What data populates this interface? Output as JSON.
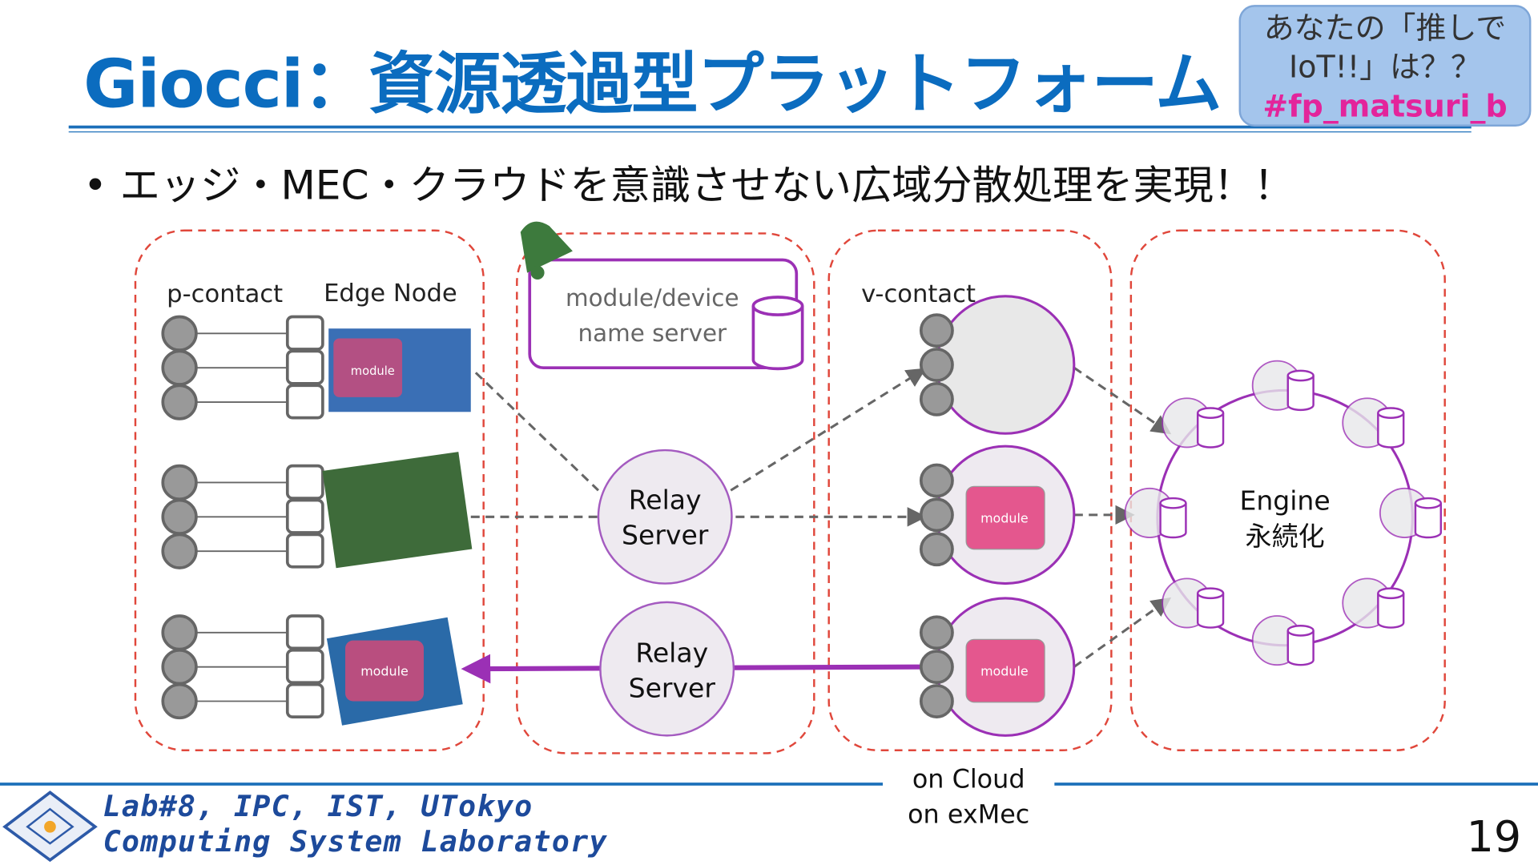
{
  "title": "Giocci：資源透過型プラットフォーム",
  "hashtag_box": {
    "line1": "あなたの「推しで",
    "line2": "IoT!!」は？？",
    "tag": "#fp_matsuri_b"
  },
  "bullet": "• エッジ・MEC・クラウドを意識させない広域分散処理を実現！！",
  "diagram": {
    "p_contact": "p-contact",
    "edge_node": "Edge Node",
    "v_contact": "v-contact",
    "name_server_line1": "module/device",
    "name_server_line2": "name server",
    "relay1_line1": "Relay",
    "relay1_line2": "Server",
    "relay2_line1": "Relay",
    "relay2_line2": "Server",
    "module": "module",
    "engine_line1": "Engine",
    "engine_line2": "永続化"
  },
  "footer": {
    "lab_line1": "Lab#8, IPC, IST, UTokyo",
    "lab_line2": "Computing System Laboratory",
    "cloud_line1": "on Cloud",
    "cloud_line2": "on exMec",
    "page_number": "19"
  },
  "colors": {
    "title": "#0b6cbf",
    "tag": "#e3249b",
    "region_border": "#e0473b",
    "purple": "#9b30b5",
    "module": "#e4578e"
  }
}
